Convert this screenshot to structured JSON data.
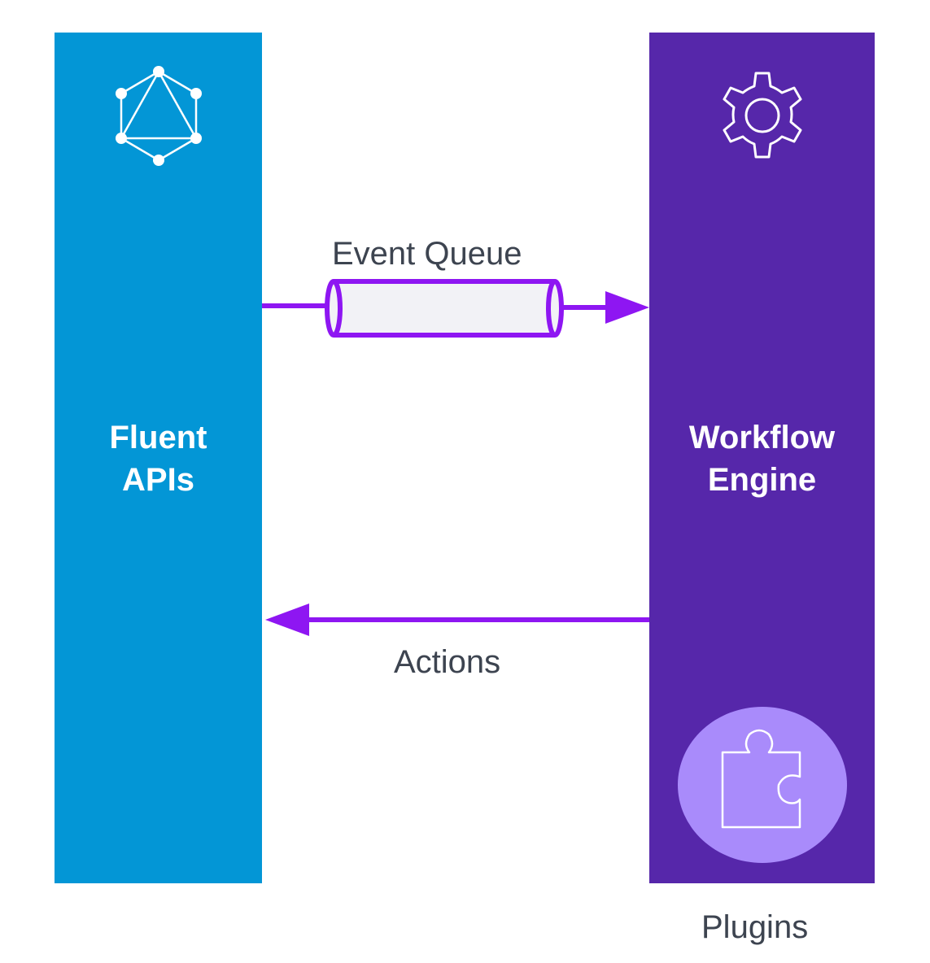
{
  "diagram": {
    "left_column": {
      "title_line1": "Fluent",
      "title_line2": "APIs",
      "icon": "graphql-icon",
      "color": "#0396d6"
    },
    "right_column": {
      "title_line1": "Workflow",
      "title_line2": "Engine",
      "icon": "gear-icon",
      "color": "#5627aa"
    },
    "queue": {
      "label": "Event Queue",
      "accent": "#8e16f2"
    },
    "actions": {
      "label": "Actions"
    },
    "plugins": {
      "label": "Plugins",
      "icon": "puzzle-piece-icon",
      "badge_color": "#a98bfb"
    }
  }
}
